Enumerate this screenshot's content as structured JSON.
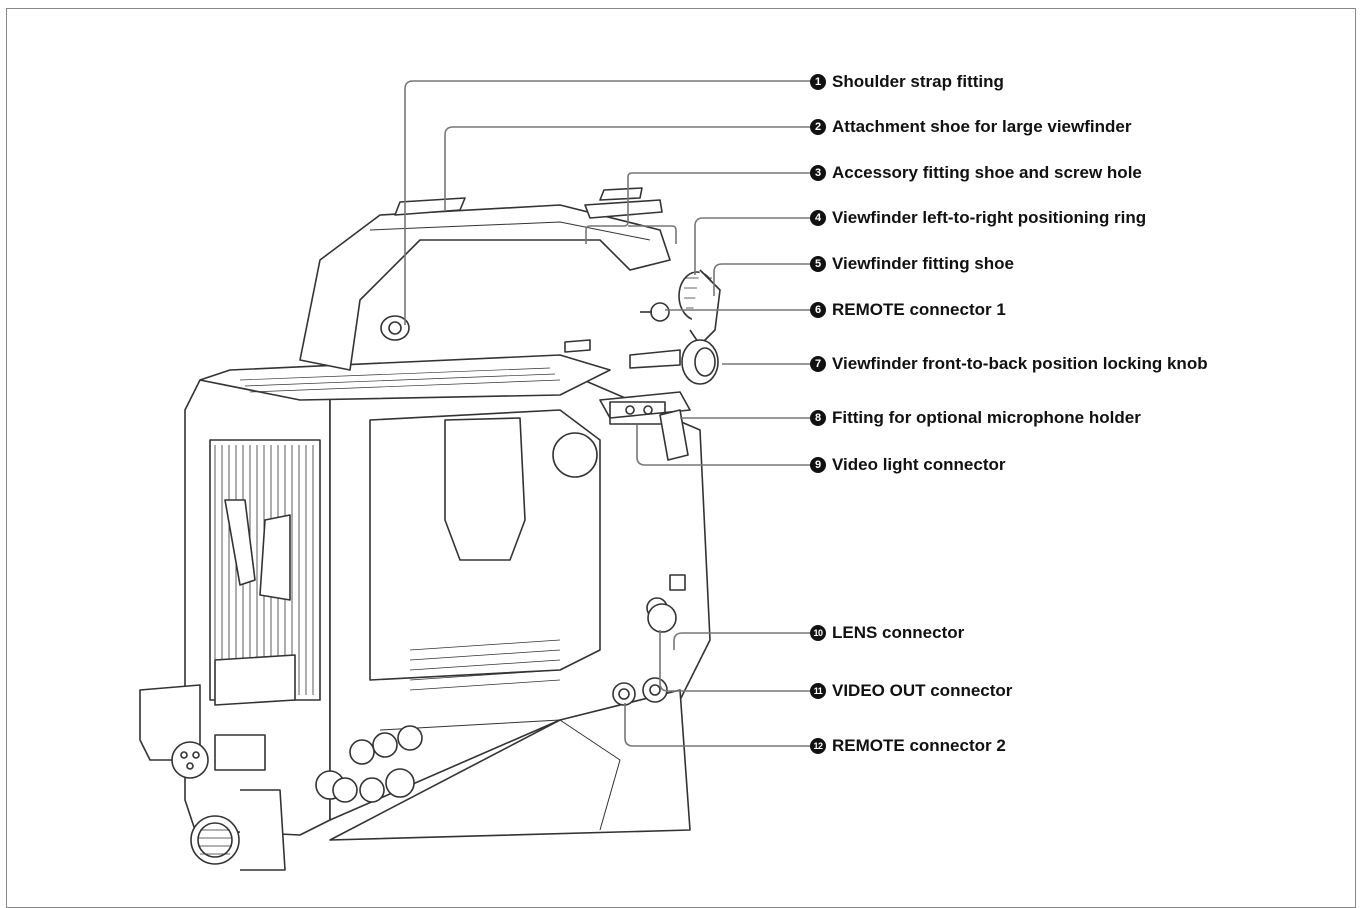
{
  "callouts": [
    {
      "number": "1",
      "label": "Shoulder strap fitting"
    },
    {
      "number": "2",
      "label": "Attachment shoe for large viewfinder"
    },
    {
      "number": "3",
      "label": "Accessory fitting shoe and screw hole"
    },
    {
      "number": "4",
      "label": "Viewfinder left-to-right positioning ring"
    },
    {
      "number": "5",
      "label": "Viewfinder fitting shoe"
    },
    {
      "number": "6",
      "label": "REMOTE connector 1"
    },
    {
      "number": "7",
      "label": "Viewfinder front-to-back position locking knob"
    },
    {
      "number": "8",
      "label": "Fitting for optional microphone holder"
    },
    {
      "number": "9",
      "label": "Video light connector"
    },
    {
      "number": "10",
      "label": "LENS connector"
    },
    {
      "number": "11",
      "label": "VIDEO OUT connector"
    },
    {
      "number": "12",
      "label": "REMOTE connector 2"
    }
  ]
}
